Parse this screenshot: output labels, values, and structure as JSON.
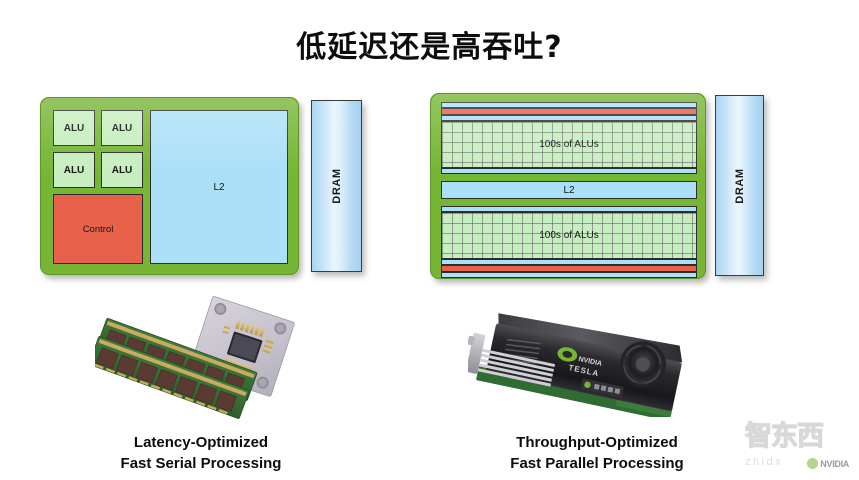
{
  "slide": {
    "title": "低延迟还是高吞吐?",
    "background_color": "#ffffff"
  },
  "colors": {
    "chip_green": "#76b634",
    "alu_green": "#c7eec0",
    "control_red": "#e8614a",
    "cache_blue": "#ace0f8",
    "dram_blue": "#bfe0f6",
    "text_dark": "#111111"
  },
  "cpu_diagram": {
    "name": "CPU die",
    "alu_labels": [
      "ALU",
      "ALU",
      "ALU",
      "ALU"
    ],
    "control_label": "Control",
    "l2_label": "L2",
    "dram_label": "DRAM"
  },
  "gpu_diagram": {
    "name": "GPU die",
    "alu_bank_top_label": "100s of ALUs",
    "alu_bank_bottom_label": "100s of ALUs",
    "l2_label": "L2",
    "dram_label": "DRAM"
  },
  "captions": {
    "left_line1": "Latency-Optimized",
    "left_line2": "Fast Serial Processing",
    "right_line1": "Throughput-Optimized",
    "right_line2": "Fast Parallel Processing"
  },
  "photos": {
    "left_alt": "CPU package with two DRAM DIMM modules",
    "right_alt": "NVIDIA Tesla graphics card"
  },
  "watermark": {
    "chinese": "智东西",
    "pinyin": "zhidx",
    "brand": "NVIDIA"
  }
}
